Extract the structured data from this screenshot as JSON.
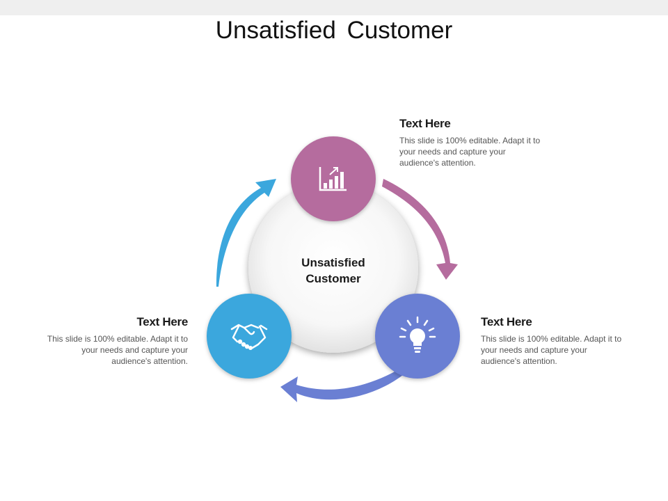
{
  "slide": {
    "title": "Unsatisfied Customer",
    "center": {
      "line1": "Unsatisfied",
      "line2": "Customer"
    }
  },
  "nodes": [
    {
      "id": "top",
      "icon": "growth-chart-icon",
      "color": "#b56c9e",
      "heading": "Text Here",
      "body": "This slide is 100% editable. Adapt it to your needs and capture your audience's attention."
    },
    {
      "id": "right",
      "icon": "lightbulb-icon",
      "color": "#6a7fd3",
      "heading": "Text Here",
      "body": "This slide is 100% editable. Adapt it to your needs and capture your audience's attention."
    },
    {
      "id": "left",
      "icon": "handshake-icon",
      "color": "#3ba7dd",
      "heading": "Text Here",
      "body": "This slide is 100% editable. Adapt it to your needs and capture your audience's attention."
    }
  ],
  "colors": {
    "arrow_top_to_right": "#b56c9e",
    "arrow_right_to_left": "#6a7fd3",
    "arrow_left_to_top": "#3ba7dd"
  }
}
